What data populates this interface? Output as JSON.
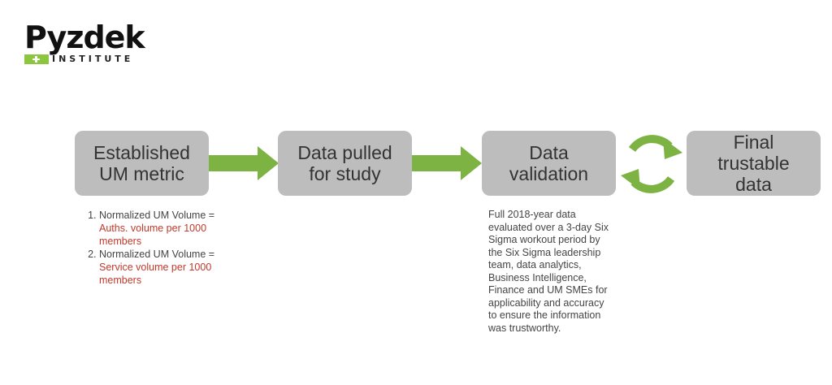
{
  "logo": {
    "wordmark": "Pyzdek",
    "subtitle": "INSTITUTE"
  },
  "steps": [
    {
      "label": "Established\nUM metric"
    },
    {
      "label": "Data pulled\nfor study"
    },
    {
      "label": "Data\nvalidation"
    },
    {
      "label": "Final\ntrustable\ndata"
    }
  ],
  "notes": [
    {
      "prefix": "Normalized UM Volume = ",
      "highlight": "Auths. volume per 1000 members"
    },
    {
      "prefix": "Normalized UM Volume = ",
      "highlight": "Service volume per 1000 members"
    }
  ],
  "validation_description": "Full 2018-year data evaluated over a 3-day Six Sigma workout period by the Six Sigma leadership team, data analytics, Business Intelligence, Finance and UM SMEs for applicability and accuracy to ensure the information was trustworthy.",
  "colors": {
    "box": "#bdbdbd",
    "arrow": "#7cb342",
    "highlight": "#c0392b",
    "logo_accent": "#8cc63f"
  },
  "icons": {
    "flow_arrow": "right-arrow-icon",
    "cycle": "cycle-arrows-icon"
  }
}
